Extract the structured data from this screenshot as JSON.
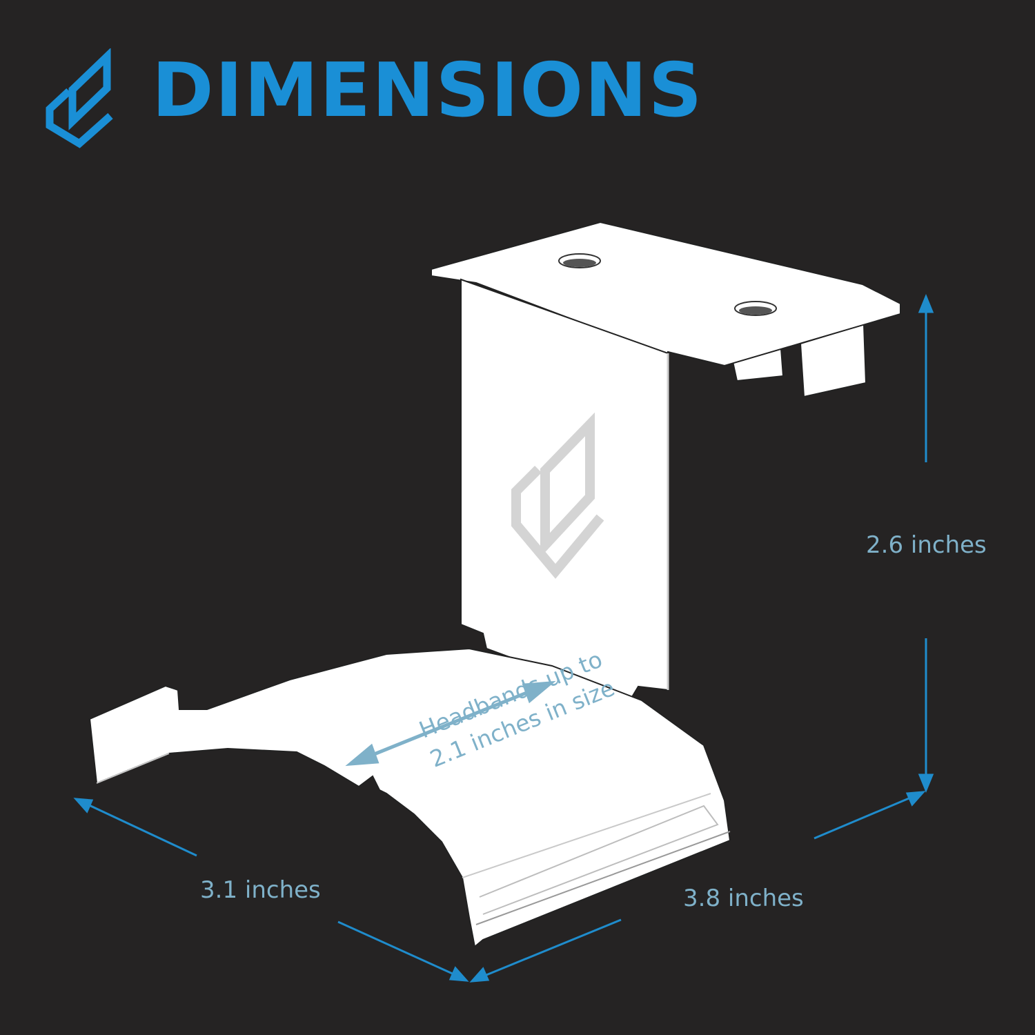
{
  "header": {
    "title": "DIMENSIONS",
    "logo_icon": "brand-logo-icon",
    "accent_color": "#1a8fd6"
  },
  "dimensions": {
    "height": "2.6 inches",
    "depth": "3.1 inches",
    "width": "3.8 inches",
    "headband_line1": "Headbands up to",
    "headband_line2": "2.1 inches in size"
  },
  "colors": {
    "background": "#252323",
    "product": "#ffffff",
    "dimension_line": "#1f8ccc",
    "dimension_text": "#7fb1c9"
  }
}
